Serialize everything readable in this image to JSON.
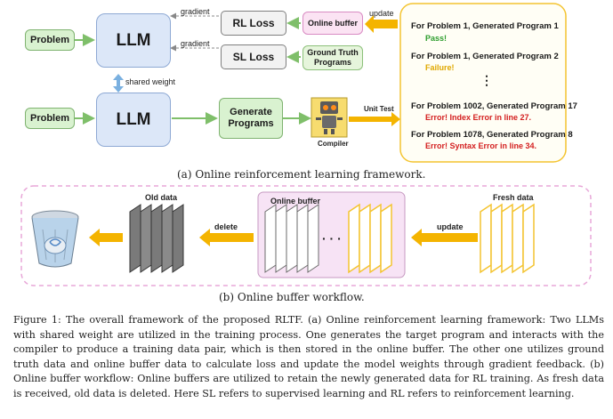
{
  "top": {
    "problem1": "Problem",
    "problem2": "Problem",
    "llm1": "LLM",
    "llm2": "LLM",
    "rl_loss": "RL Loss",
    "sl_loss": "SL Loss",
    "online_buffer": "Online buffer",
    "ground_truth": "Ground Truth Programs",
    "gradient1": "gradient",
    "gradient2": "gradient",
    "update": "update",
    "shared_weight": "shared weight",
    "generate": "Generate Programs",
    "compiler": "Compiler",
    "unit_test": "Unit Test",
    "results": [
      {
        "title": "For Problem 1, Generated Program 1",
        "status": "Pass!",
        "color": "#2e9e2e"
      },
      {
        "title": "For Problem 1, Generated Program 2",
        "status": "Failure!",
        "color": "#e0a800"
      },
      {
        "title": "For Problem 1002, Generated Program 17",
        "status": "Error! Index Error in line 27.",
        "color": "#d42020"
      },
      {
        "title": "For Problem 1078, Generated Program 8",
        "status": "Error! Syntax Error in line 34.",
        "color": "#d42020"
      }
    ],
    "ellipsis": "⋮",
    "caption": "(a) Online reinforcement learning framework."
  },
  "bottom": {
    "old_data": "Old data",
    "online_buffer": "Online buffer",
    "fresh_data": "Fresh data",
    "delete": "delete",
    "update": "update",
    "dots": "· · ·",
    "caption": "(b) Online buffer workflow."
  },
  "figure_text": "Figure 1: The overall framework of the proposed RLTF. (a) Online reinforcement learning framework: Two LLMs with shared weight are utilized in the training process. One generates the target program and interacts with the compiler to produce a training data pair, which is then stored in the online buffer. The other one utilizes ground truth data and online buffer data to calculate loss and update the model weights through gradient feedback. (b) Online buffer workflow: Online buffers are utilized to retain the newly generated data for RL training. As fresh data is received, old data is deleted. Here SL refers to supervised learning and RL refers to reinforcement learning.",
  "colors": {
    "arrow_orange": "#f4b400",
    "arrow_green": "#7fbf6a",
    "arrow_blue": "#7ab0e0"
  }
}
